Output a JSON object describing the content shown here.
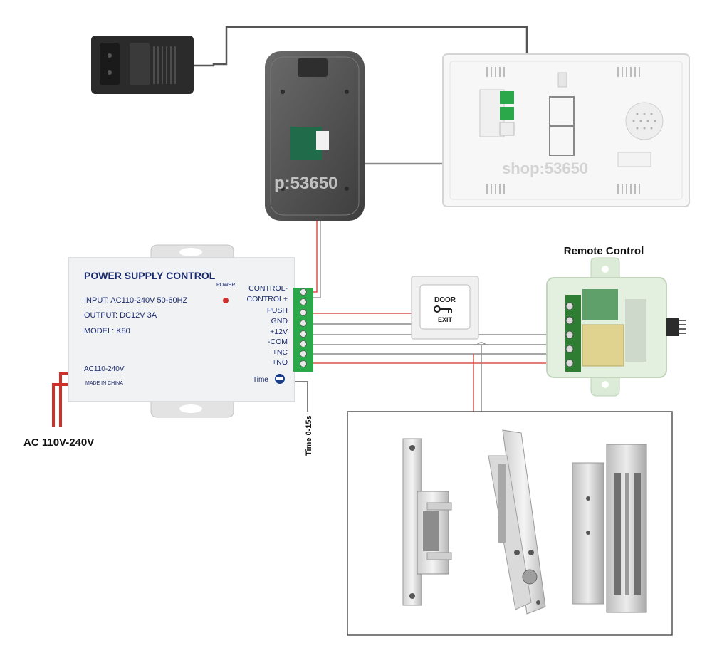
{
  "psu": {
    "title": "POWER SUPPLY CONTROL",
    "input": "INPUT: AC110-240V  50-60HZ",
    "output": "OUTPUT: DC12V  3A",
    "model": "MODEL: K80",
    "power_led": "POWER",
    "ac_label": "AC110-240V",
    "made_in": "MADE IN CHINA",
    "time_knob": "Time",
    "terminals": [
      "CONTROL-",
      "CONTROL+",
      "PUSH",
      "GND",
      "+12V",
      "-COM",
      "+NC",
      "+NO"
    ]
  },
  "labels": {
    "ac_input": "AC 110V-240V",
    "time_range": "Time 0-15s",
    "remote_control": "Remote Control"
  },
  "exit_button": {
    "top": "DOOR",
    "bottom": "EXIT"
  },
  "watermark": {
    "panel": "p:53650",
    "monitor": "shop:53650"
  },
  "colors": {
    "wire_red": "#d9534f",
    "wire_gray": "#8a8a8a",
    "wire_dark": "#555555",
    "terminal_green": "#2aa84a",
    "psu_title": "#1a2a6c"
  }
}
